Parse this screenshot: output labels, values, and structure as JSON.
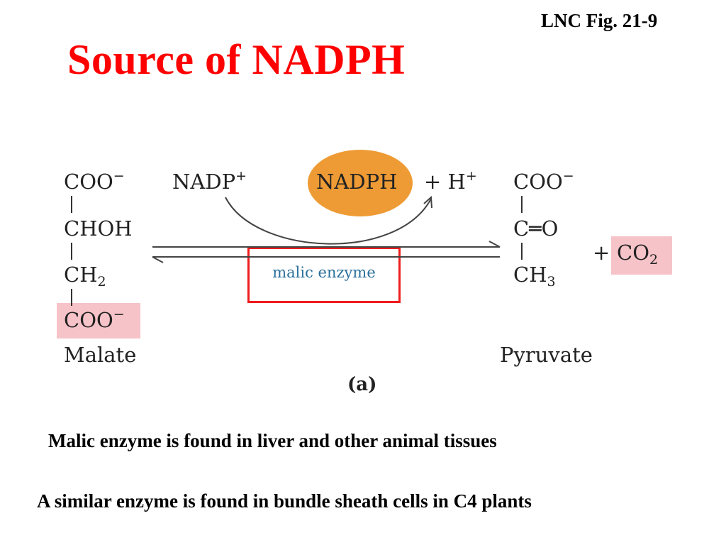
{
  "slide": {
    "fig_ref": "LNC Fig. 21-9",
    "title": "Source of NADPH",
    "notes": [
      "Malic enzyme is found in liver and other animal tissues",
      "A similar enzyme is found in bundle sheath cells in C4 plants"
    ]
  },
  "diagram": {
    "malate": {
      "line1": "COO",
      "line1_charge": "−",
      "line2": "CHOH",
      "line3": "CH",
      "line3_sub": "2",
      "line4": "COO",
      "line4_charge": "−",
      "name": "Malate"
    },
    "cofactor_in": {
      "text": "NADP",
      "charge": "+"
    },
    "cofactor_out": {
      "text": "NADPH"
    },
    "proton": {
      "plus": "+",
      "text": "H",
      "charge": "+"
    },
    "pyruvate": {
      "line1": "COO",
      "line1_charge": "−",
      "line2_left": "C",
      "line2_bond": "═",
      "line2_right": "O",
      "line3": "CH",
      "line3_sub": "3",
      "name": "Pyruvate"
    },
    "co2": {
      "plus": "+",
      "text": "CO",
      "sub": "2"
    },
    "enzyme": "malic enzyme",
    "caption": "(a)"
  },
  "colors": {
    "title_red": "#ff0000",
    "highlight_pink": "#f6c3c8",
    "nadph_orange": "#ee9b35",
    "enzyme_box_red": "#ee1c1c",
    "enzyme_text_blue": "#2a6f9c"
  }
}
